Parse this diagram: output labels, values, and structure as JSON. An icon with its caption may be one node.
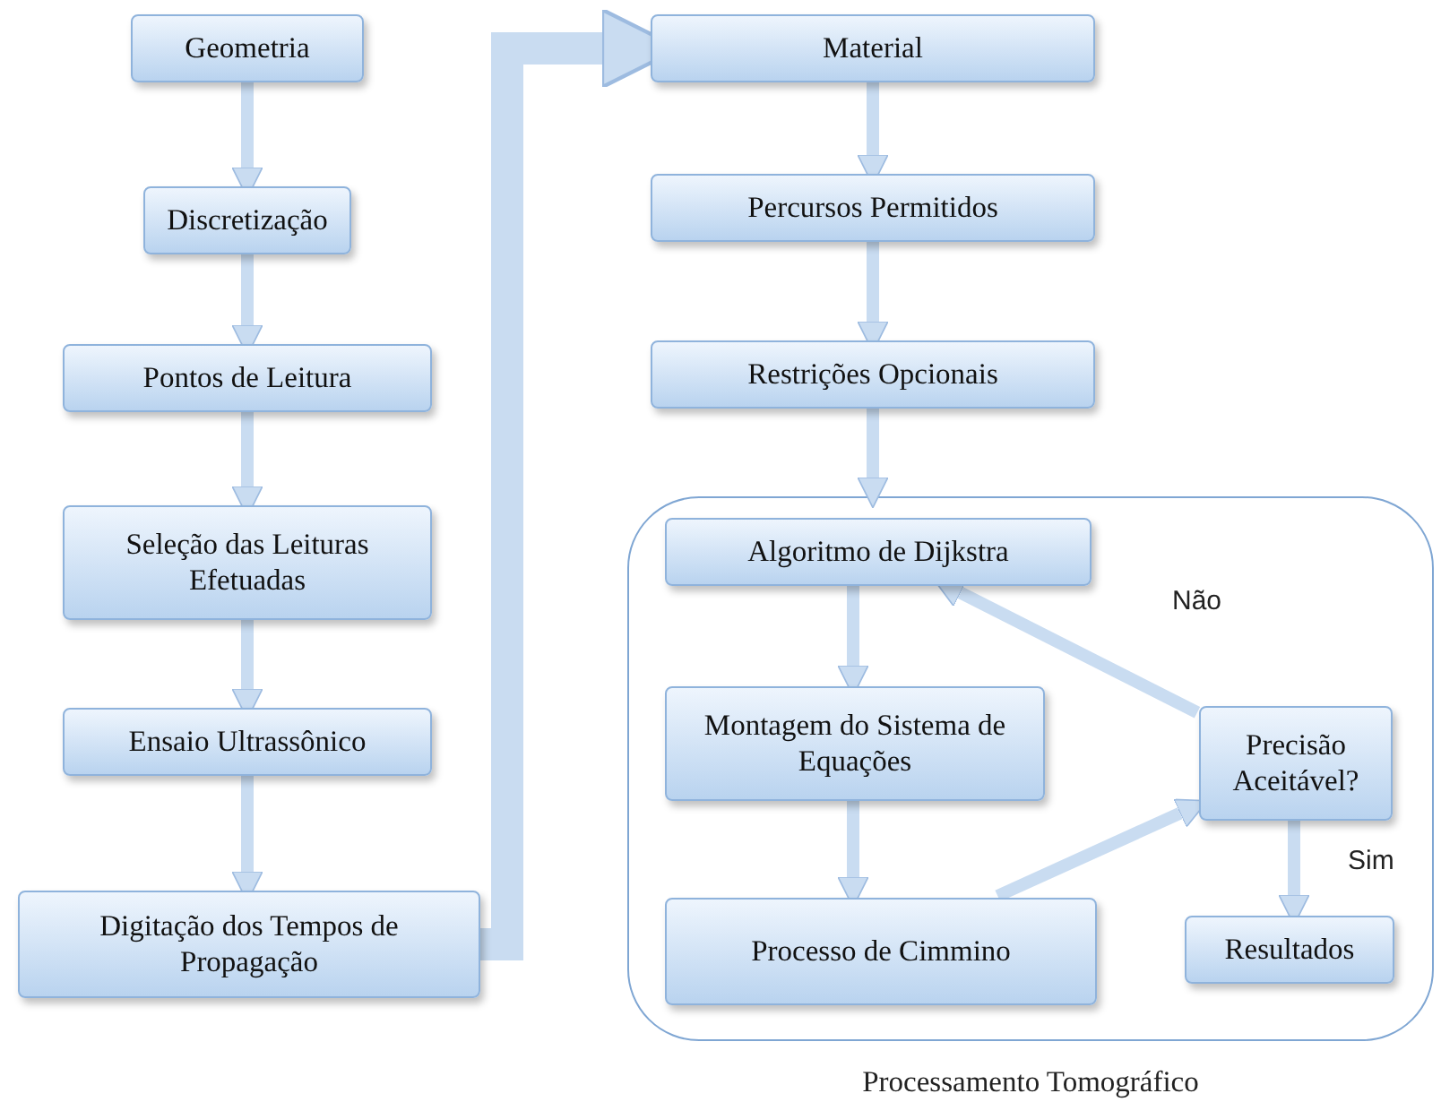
{
  "diagram": {
    "nodes": [
      {
        "text": [
          "Geometria"
        ]
      },
      {
        "text": [
          "Discretização"
        ]
      },
      {
        "text": [
          "Pontos de Leitura"
        ]
      },
      {
        "text": [
          "Seleção das Leituras Efetuadas"
        ]
      },
      {
        "text": [
          "Ensaio Ultrassônico"
        ]
      },
      {
        "text": [
          "Digitação dos Tempos de Propagação"
        ]
      },
      {
        "text": [
          "Material"
        ]
      },
      {
        "text": [
          "Percursos Permitidos"
        ]
      },
      {
        "text": [
          "Restrições Opcionais"
        ]
      },
      {
        "text": [
          "Processamento Tomográfico"
        ]
      },
      {
        "text": [
          "Algoritmo de Dijkstra"
        ],
        "in": 9
      },
      {
        "text": [
          "Montagem do Sistema de Equações"
        ],
        "in": 9
      },
      {
        "text": [
          "Processo de Cimmino"
        ],
        "in": 9
      },
      {
        "text": [
          "Precisão Aceitável?"
        ],
        "in": 9
      },
      {
        "text": [
          "Resultados"
        ],
        "in": 9
      }
    ],
    "edges": [
      {
        "from": 0,
        "to": 1,
        "arrow": "to"
      },
      {
        "from": 1,
        "to": 2,
        "arrow": "to"
      },
      {
        "from": 2,
        "to": 3,
        "arrow": "to"
      },
      {
        "from": 3,
        "to": 4,
        "arrow": "to"
      },
      {
        "from": 4,
        "to": 5,
        "arrow": "to"
      },
      {
        "from": 5,
        "to": 6,
        "arrow": "to",
        "style": "thick"
      },
      {
        "from": 6,
        "to": 7,
        "arrow": "to"
      },
      {
        "from": 7,
        "to": 8,
        "arrow": "to"
      },
      {
        "from": 8,
        "to": 9,
        "arrow": "to"
      },
      {
        "from": 10,
        "to": 11,
        "arrow": "to"
      },
      {
        "from": 11,
        "to": 12,
        "arrow": "to"
      },
      {
        "from": 12,
        "to": 13,
        "arrow": "to"
      },
      {
        "from": 13,
        "to": 10,
        "arrow": "to",
        "label": "Não"
      },
      {
        "from": 13,
        "to": 14,
        "arrow": "to",
        "label": "Sim"
      }
    ]
  }
}
